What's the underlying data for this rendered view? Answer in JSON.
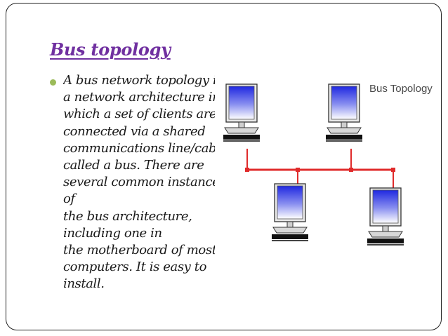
{
  "slide": {
    "title": "Bus topology",
    "bullet_text": "A bus network topology is\na network architecture in\nwhich a set of clients are\nconnected via a shared\ncommunications line/cable\ncalled a bus. There are\nseveral common instances of\nthe bus architecture,\nincluding one in\nthe motherboard of most\ncomputers. It is easy to\ninstall."
  },
  "diagram": {
    "label": "Bus Topology",
    "icon": "computer-workstation-icon",
    "computer_count": 4,
    "colors": {
      "bus_line": "#e02b2b",
      "monitor_screen": "#1f28e0",
      "bullet": "#9bbb59",
      "title": "#7030a0"
    }
  }
}
